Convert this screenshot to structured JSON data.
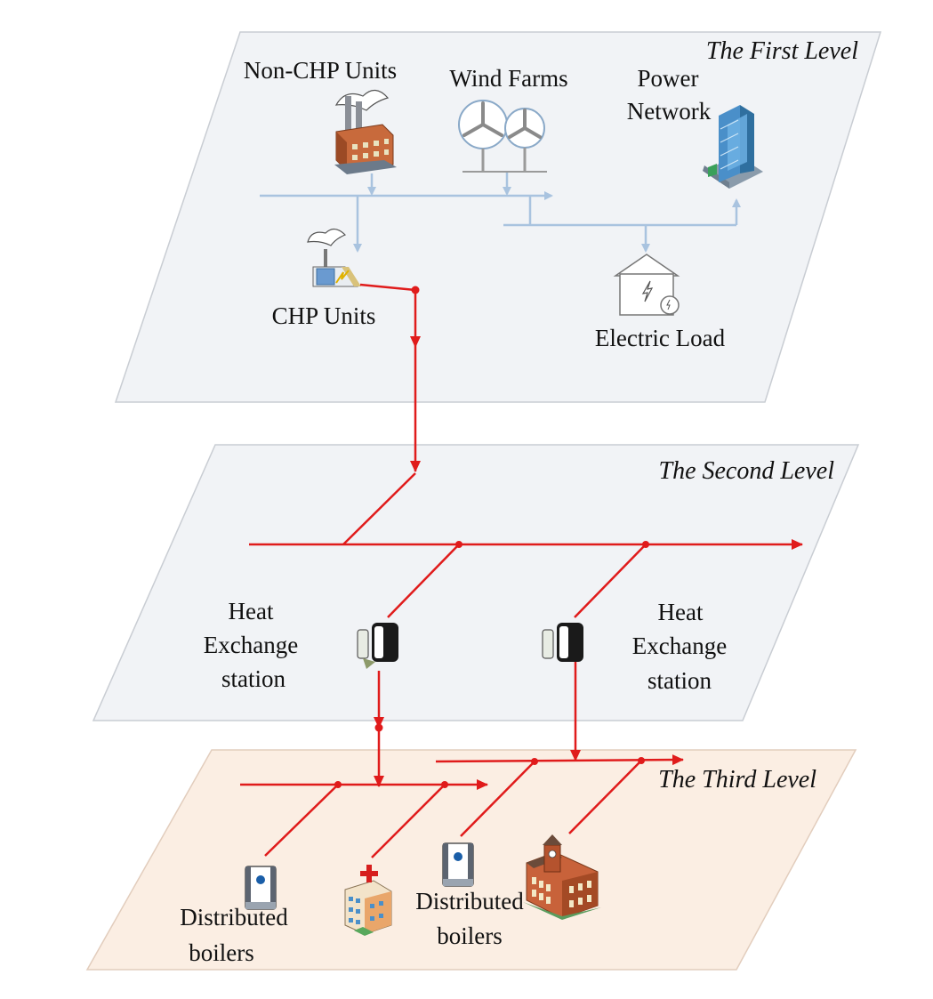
{
  "levels": {
    "first": {
      "title": "The First Level",
      "fill": "#f1f3f6",
      "stroke": "#c9cdd3"
    },
    "second": {
      "title": "The Second Level",
      "fill": "#f1f3f6",
      "stroke": "#c9cdd3"
    },
    "third": {
      "title": "The Third Level",
      "fill": "#fbeee3",
      "stroke": "#e2cdbd"
    }
  },
  "labels": {
    "non_chp_units": "Non-CHP Units",
    "wind_farms": "Wind Farms",
    "power_network_line1": "Power",
    "power_network_line2": "Network",
    "chp_units": "CHP Units",
    "electric_load": "Electric Load",
    "heat_exchange_left": [
      "Heat",
      "Exchange",
      "station"
    ],
    "heat_exchange_right": [
      "Heat",
      "Exchange",
      "station"
    ],
    "distributed_boilers_left": [
      "Distributed",
      "boilers"
    ],
    "distributed_boilers_right": [
      "Distributed",
      "boilers"
    ]
  },
  "colors": {
    "electric_line": "#a9c3df",
    "heat_line": "#e01b1b"
  }
}
